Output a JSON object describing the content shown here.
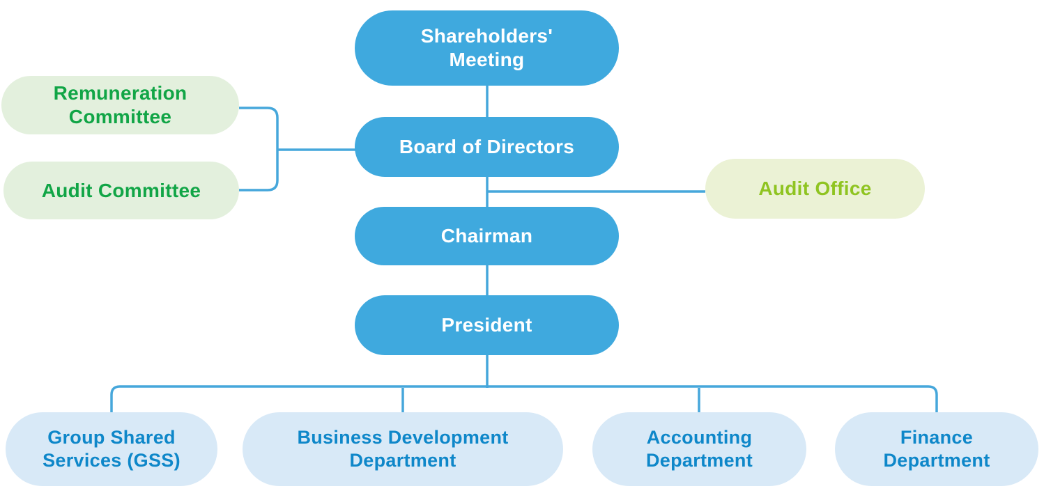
{
  "colors": {
    "canvas-bg": "#FFFFFF",
    "blue-node-bg": "#3FA9DE",
    "blue-node-text": "#FFFFFF",
    "green-node-bg": "#E3F0DD",
    "green-node-text": "#11A546",
    "lime-node-bg": "#EBF2D5",
    "lime-node-text": "#8FC421",
    "lightblue-node-bg": "#D8E9F7",
    "lightblue-node-text": "#0E87C9",
    "connector": "#46A7DB"
  },
  "diagram": {
    "type": "org_chart",
    "nodes": {
      "shareholders_meeting": {
        "label": "Shareholders' Meeting",
        "lines": [
          "Shareholders'",
          "Meeting"
        ],
        "style": "blue"
      },
      "board_of_directors": {
        "label": "Board of Directors",
        "lines": [
          "Board of Directors"
        ],
        "style": "blue"
      },
      "chairman": {
        "label": "Chairman",
        "lines": [
          "Chairman"
        ],
        "style": "blue"
      },
      "president": {
        "label": "President",
        "lines": [
          "President"
        ],
        "style": "blue"
      },
      "remuneration_committee": {
        "label": "Remuneration Committee",
        "lines": [
          "Remuneration",
          "Committee"
        ],
        "style": "green"
      },
      "audit_committee": {
        "label": "Audit Committee",
        "lines": [
          "Audit Committee"
        ],
        "style": "green"
      },
      "audit_office": {
        "label": "Audit Office",
        "lines": [
          "Audit Office"
        ],
        "style": "lime"
      },
      "group_shared_services": {
        "label": "Group Shared Services (GSS)",
        "lines": [
          "Group Shared",
          "Services (GSS)"
        ],
        "style": "lightblue"
      },
      "business_development_department": {
        "label": "Business Development Department",
        "lines": [
          "Business Development",
          "Department"
        ],
        "style": "lightblue"
      },
      "accounting_department": {
        "label": "Accounting Department",
        "lines": [
          "Accounting",
          "Department"
        ],
        "style": "lightblue"
      },
      "finance_department": {
        "label": "Finance Department",
        "lines": [
          "Finance",
          "Department"
        ],
        "style": "lightblue"
      }
    },
    "edges": [
      {
        "from": "shareholders_meeting",
        "to": "board_of_directors"
      },
      {
        "from": "board_of_directors",
        "to": "remuneration_committee"
      },
      {
        "from": "board_of_directors",
        "to": "audit_committee"
      },
      {
        "from": "board_of_directors",
        "to": "audit_office"
      },
      {
        "from": "board_of_directors",
        "to": "chairman"
      },
      {
        "from": "chairman",
        "to": "president"
      },
      {
        "from": "president",
        "to": "group_shared_services"
      },
      {
        "from": "president",
        "to": "business_development_department"
      },
      {
        "from": "president",
        "to": "accounting_department"
      },
      {
        "from": "president",
        "to": "finance_department"
      }
    ]
  }
}
